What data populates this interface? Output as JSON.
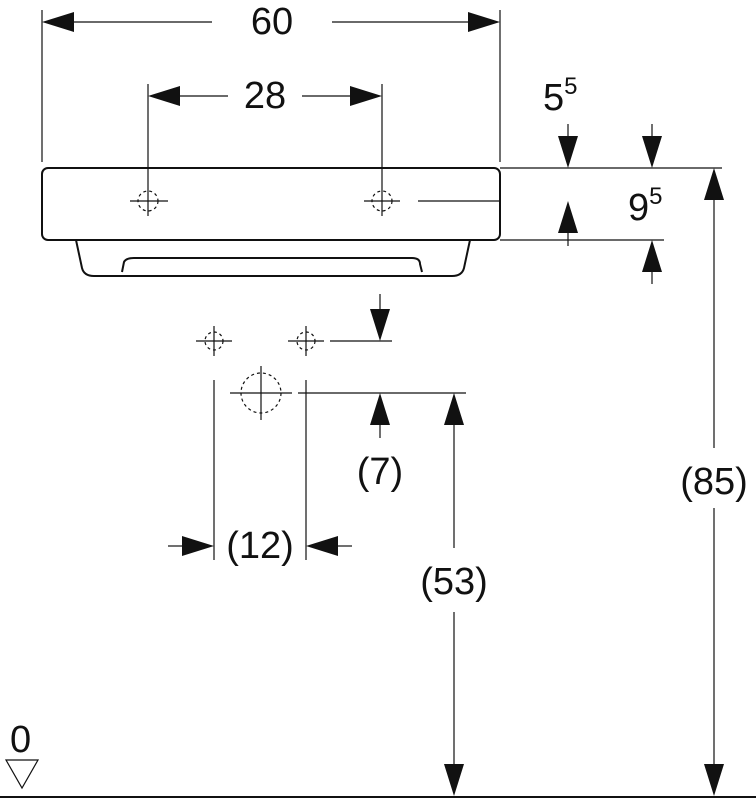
{
  "dimensions": {
    "overall_width": "60",
    "tap_spacing": "28",
    "top_offset_base": "5",
    "top_offset_sup": "5",
    "rim_height_base": "9",
    "rim_height_sup": "5",
    "drain_to_outlet": "(7)",
    "outlet_width": "(12)",
    "outlet_height": "(53)",
    "total_height": "(85)",
    "floor_level": "0"
  }
}
